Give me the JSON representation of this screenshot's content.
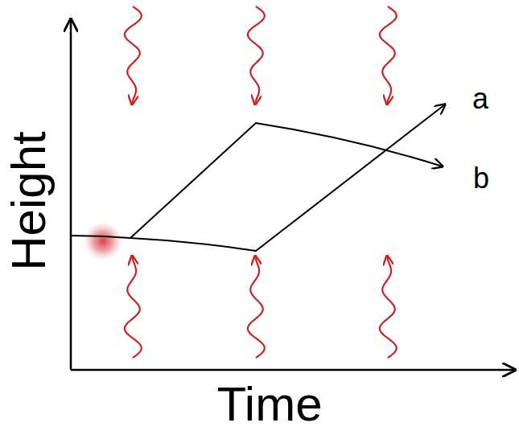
{
  "diagram": {
    "labels": [
      "Height",
      "Time",
      "a",
      "b"
    ]
  }
}
